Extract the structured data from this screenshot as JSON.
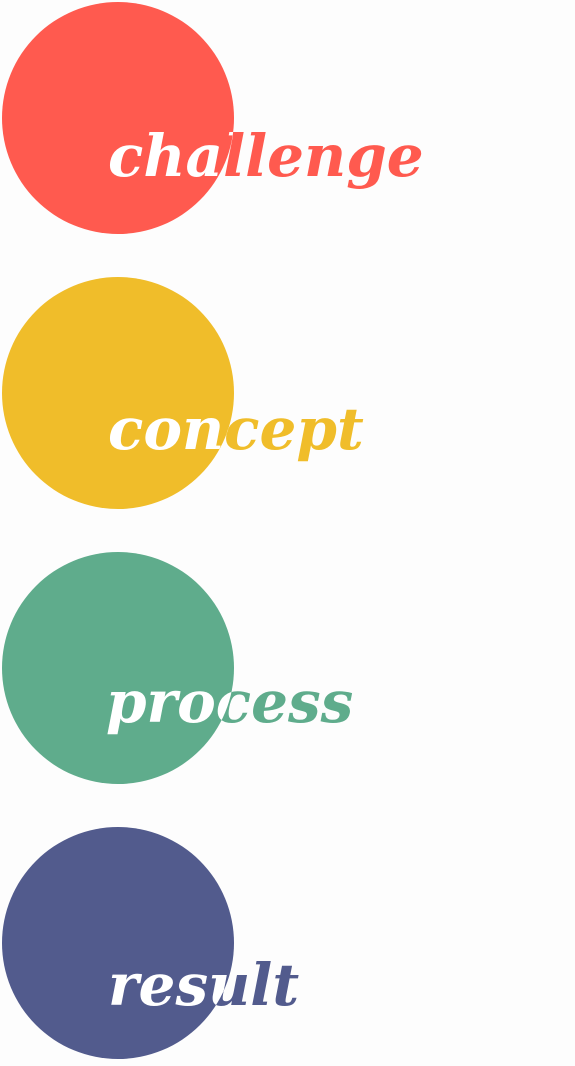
{
  "stages": [
    {
      "label": "challenge",
      "color": "#ff5a4f"
    },
    {
      "label": "concept",
      "color": "#f0bd2a"
    },
    {
      "label": "process",
      "color": "#5fac8c"
    },
    {
      "label": "result",
      "color": "#525b8d"
    }
  ]
}
